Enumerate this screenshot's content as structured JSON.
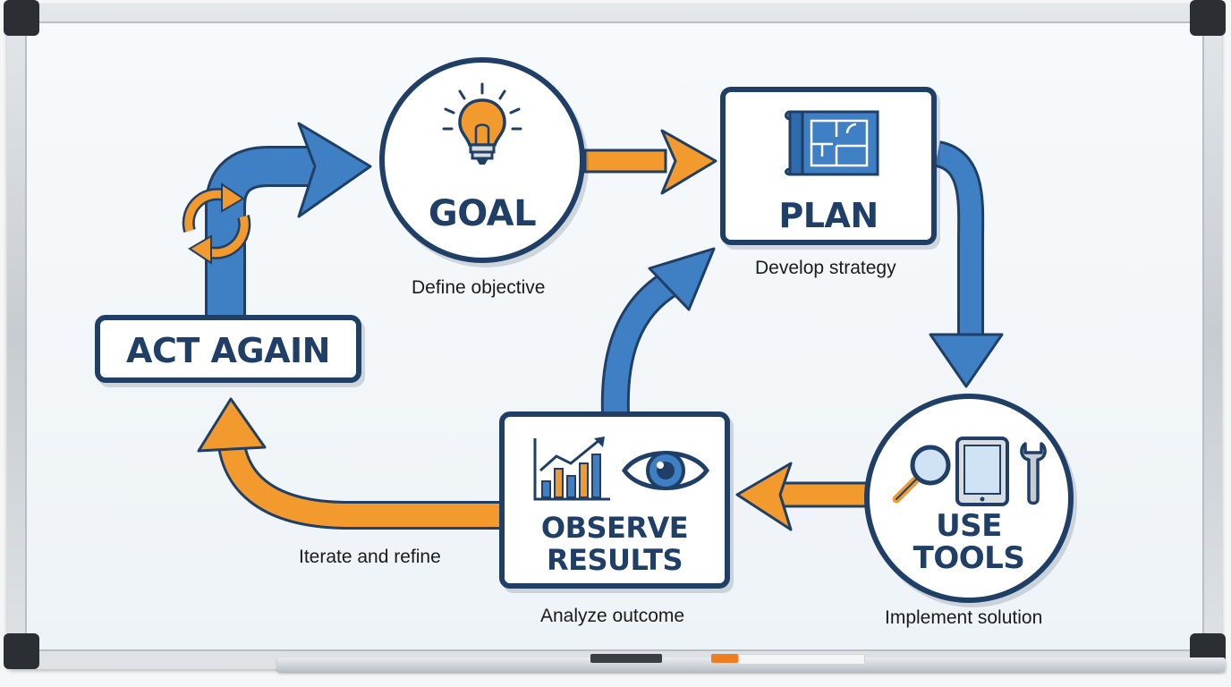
{
  "nodes": {
    "goal": {
      "title": "GOAL",
      "caption": "Define objective"
    },
    "plan": {
      "title": "PLAN",
      "caption": "Develop strategy"
    },
    "use_tools": {
      "title_line1": "USE",
      "title_line2": "TOOLS",
      "caption": "Implement solution"
    },
    "observe": {
      "title_line1": "OBSERVE",
      "title_line2": "RESULTS",
      "caption": "Analyze outcome"
    },
    "act_again": {
      "title": "ACT AGAIN"
    }
  },
  "edge_labels": {
    "iterate": "Iterate and refine"
  },
  "colors": {
    "navy": "#1f3f66",
    "blue": "#3f7fc4",
    "orange": "#f29a2e",
    "board": "#f4f7f9"
  },
  "icons": [
    "lightbulb-icon",
    "blueprint-icon",
    "magnifier-icon",
    "tablet-icon",
    "wrench-icon",
    "bar-chart-icon",
    "eye-icon",
    "cycle-arrows-icon"
  ]
}
